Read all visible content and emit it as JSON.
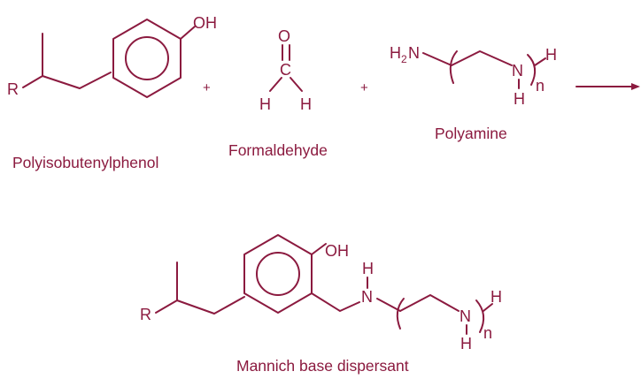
{
  "colors": {
    "ink": "#8b1a3f",
    "background": "#ffffff"
  },
  "atoms": {
    "R": "R",
    "OH": "OH",
    "O": "O",
    "C": "C",
    "H": "H",
    "N": "N",
    "H2": "H",
    "sub2": "2",
    "n": "n"
  },
  "operators": {
    "plus": "+"
  },
  "labels": {
    "reactant1": "Polyisobutenylphenol",
    "reactant2": "Formaldehyde",
    "reactant3": "Polyamine",
    "product": "Mannich base dispersant"
  }
}
